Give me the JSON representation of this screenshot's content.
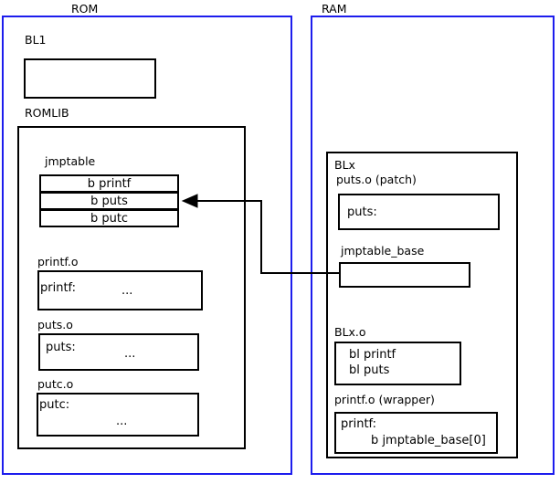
{
  "diagram": {
    "title": "ROMLIB jump table patching diagram",
    "colors": {
      "region_border": "#1d1ded",
      "box_border": "#000000",
      "background": "#ffffff",
      "text": "#000000"
    },
    "regions": [
      {
        "id": "rom",
        "label": "ROM"
      },
      {
        "id": "ram",
        "label": "RAM"
      }
    ],
    "rom": {
      "label": "ROM",
      "bl1": {
        "label": "BL1",
        "body": ""
      },
      "romlib": {
        "label": "ROMLIB",
        "jmptable": {
          "label": "jmptable",
          "entries": [
            "b printf",
            "b puts",
            "b putc"
          ]
        },
        "objects": [
          {
            "label": "printf.o",
            "symbol": "printf:",
            "body": "..."
          },
          {
            "label": "puts.o",
            "symbol": "puts:",
            "body": "..."
          },
          {
            "label": "putc.o",
            "symbol": "putc:",
            "body": "..."
          }
        ]
      }
    },
    "ram": {
      "label": "RAM",
      "blx": {
        "label": "BLx",
        "puts_patch": {
          "label": "puts.o (patch)",
          "symbol": "puts:"
        },
        "jmptable_base": {
          "label": "jmptable_base",
          "body": ""
        },
        "blx_o": {
          "label": "BLx.o",
          "lines": [
            "bl printf",
            "bl puts"
          ]
        },
        "printf_wrapper": {
          "label": "printf.o (wrapper)",
          "lines": [
            "printf:",
            "        b jmptable_base[0]"
          ]
        }
      }
    },
    "connector": {
      "name": "jmptable-base-to-jmptable-puts-arrow",
      "from": "jmptable_base",
      "to": "jmptable entry 'b puts'",
      "arrow_direction": "left"
    }
  }
}
